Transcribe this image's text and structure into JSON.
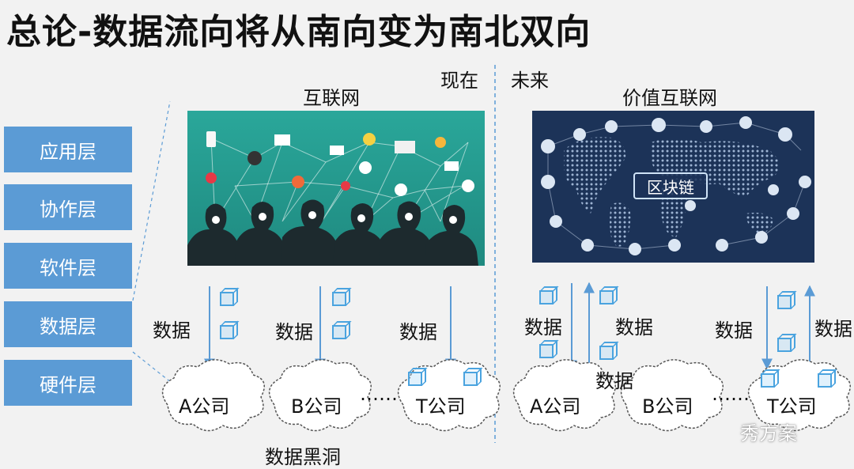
{
  "title": "总论-数据流向将从南向变为南北双向",
  "headers": {
    "now": "现在",
    "future": "未来",
    "internet": "互联网",
    "value_internet": "价值互联网"
  },
  "layers": [
    "应用层",
    "协作层",
    "软件层",
    "数据层",
    "硬件层"
  ],
  "right_panel_badge": "区块链",
  "data_label": "数据",
  "left_side": {
    "companies": [
      "A公司",
      "B公司",
      "T公司"
    ],
    "ellipsis": "……",
    "caption": "数据黑洞"
  },
  "right_side": {
    "companies": [
      "A公司",
      "B公司",
      "T公司"
    ],
    "ellipsis": "……"
  },
  "watermark": "秀方案",
  "colors": {
    "layer_box": "#5b9bd5",
    "arrow": "#5b9bd5",
    "cube": "#4aa3df",
    "left_panel_bg": "#2aa79a",
    "right_panel_bg": "#1c3358"
  }
}
